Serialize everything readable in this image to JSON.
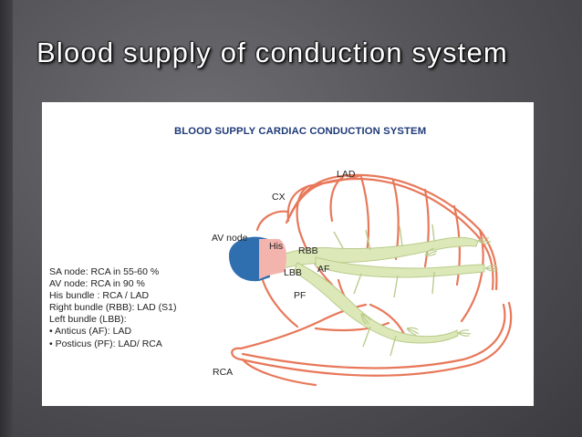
{
  "slide": {
    "title": "Blood supply of conduction system"
  },
  "figure": {
    "title": "BLOOD SUPPLY CARDIAC CONDUCTION SYSTEM",
    "labels": {
      "lad": "LAD",
      "cx": "CX",
      "av_node": "AV node",
      "his": "His",
      "rbb": "RBB",
      "lbb": "LBB",
      "af": "AF",
      "pf": "PF",
      "rca": "RCA"
    },
    "legend": [
      "SA node: RCA in 55-60 %",
      "AV node: RCA in 90 %",
      "His bundle : RCA / LAD",
      "Right bundle (RBB): LAD (S1)",
      "Left bundle (LBB):",
      "• Anticus (AF): LAD",
      "• Posticus (PF): LAD/ RCA"
    ],
    "colors": {
      "artery": "#e8785a",
      "conduction": "#dce8b8",
      "conduction_stroke": "#b9cc8c",
      "av_node": "#2f6fb0",
      "his_bundle": "#f4b4ae",
      "title": "#1e3a78"
    }
  }
}
